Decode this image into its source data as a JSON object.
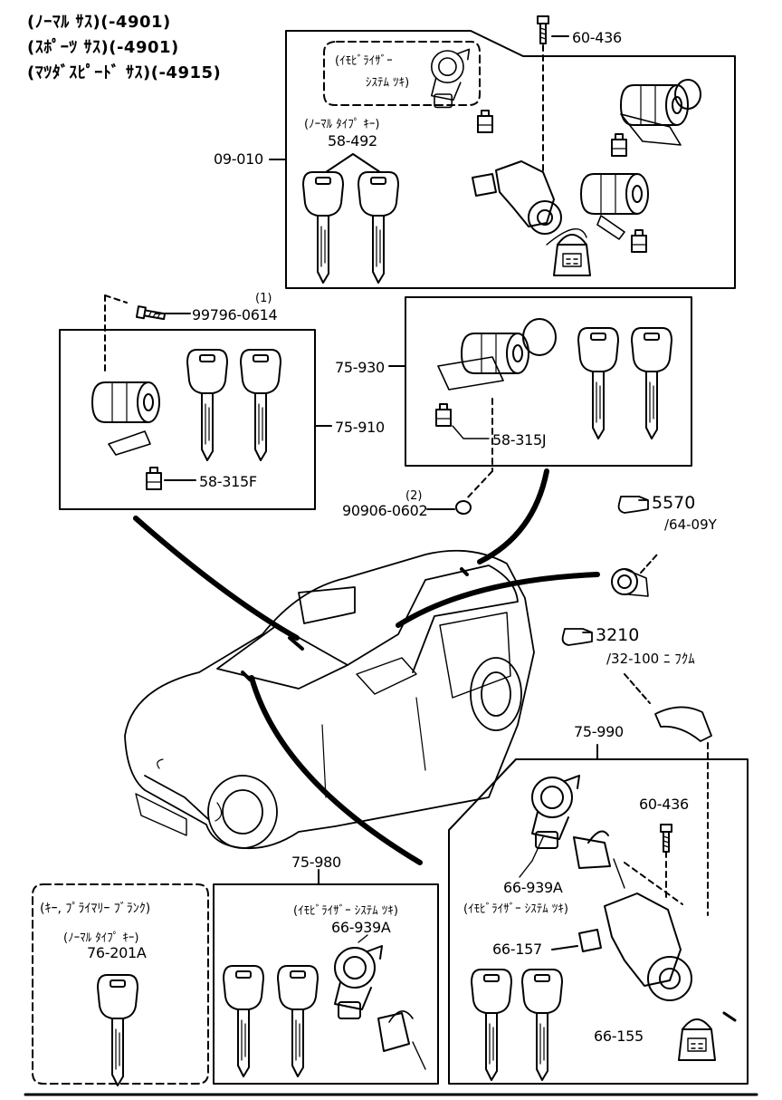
{
  "header": {
    "line1": "(ﾉｰﾏﾙ ｻｽ)(-4901)",
    "line2": "(ｽﾎﾟｰﾂ ｻｽ)(-4901)",
    "line3": "(ﾏﾂﾀﾞｽﾋﾟｰﾄﾞ ｻｽ)(-4915)"
  },
  "group_top": {
    "immobilizer_note_line1": "(ｲﾓﾋﾞﾗｲｻﾞｰ",
    "immobilizer_note_line2": "ｼｽﾃﾑ ﾂｷ)",
    "key_type": "(ﾉｰﾏﾙ ﾀｲﾌﾟ ｷｰ)",
    "key_part": "58-492",
    "set_part": "09-010",
    "bolt_part": "60-436"
  },
  "group_left": {
    "qty": "(1)",
    "bolt_part": "99796-0614",
    "set_part": "75-910",
    "lamp_part": "58-315F"
  },
  "group_right": {
    "set_part": "75-930",
    "lamp_part": "58-315J",
    "qty": "(2)",
    "screw_part": "90906-0602"
  },
  "ref_5570": {
    "num": "5570",
    "sub": "/64-09Y"
  },
  "ref_3210": {
    "num": "3210",
    "sub": "/32-100 ﾆ ﾌｸﾑ"
  },
  "group_bottom_right": {
    "set_part": "75-990",
    "bolt_part": "60-436",
    "coil_part": "66-939A",
    "coil_note": "(ｲﾓﾋﾞﾗｲｻﾞｰ ｼｽﾃﾑ ﾂｷ)",
    "switch_part": "66-157",
    "connector_part": "66-155"
  },
  "group_bottom_mid": {
    "set_part": "75-980",
    "note": "(ｲﾓﾋﾞﾗｲｻﾞｰ ｼｽﾃﾑ ﾂｷ)",
    "coil_part": "66-939A"
  },
  "group_blank": {
    "title": "(ｷｰ, ﾌﾟﾗｲﾏﾘｰ ﾌﾞﾗﾝｸ)",
    "key_type": "(ﾉｰﾏﾙ ﾀｲﾌﾟ ｷｰ)",
    "key_part": "76-201A"
  }
}
